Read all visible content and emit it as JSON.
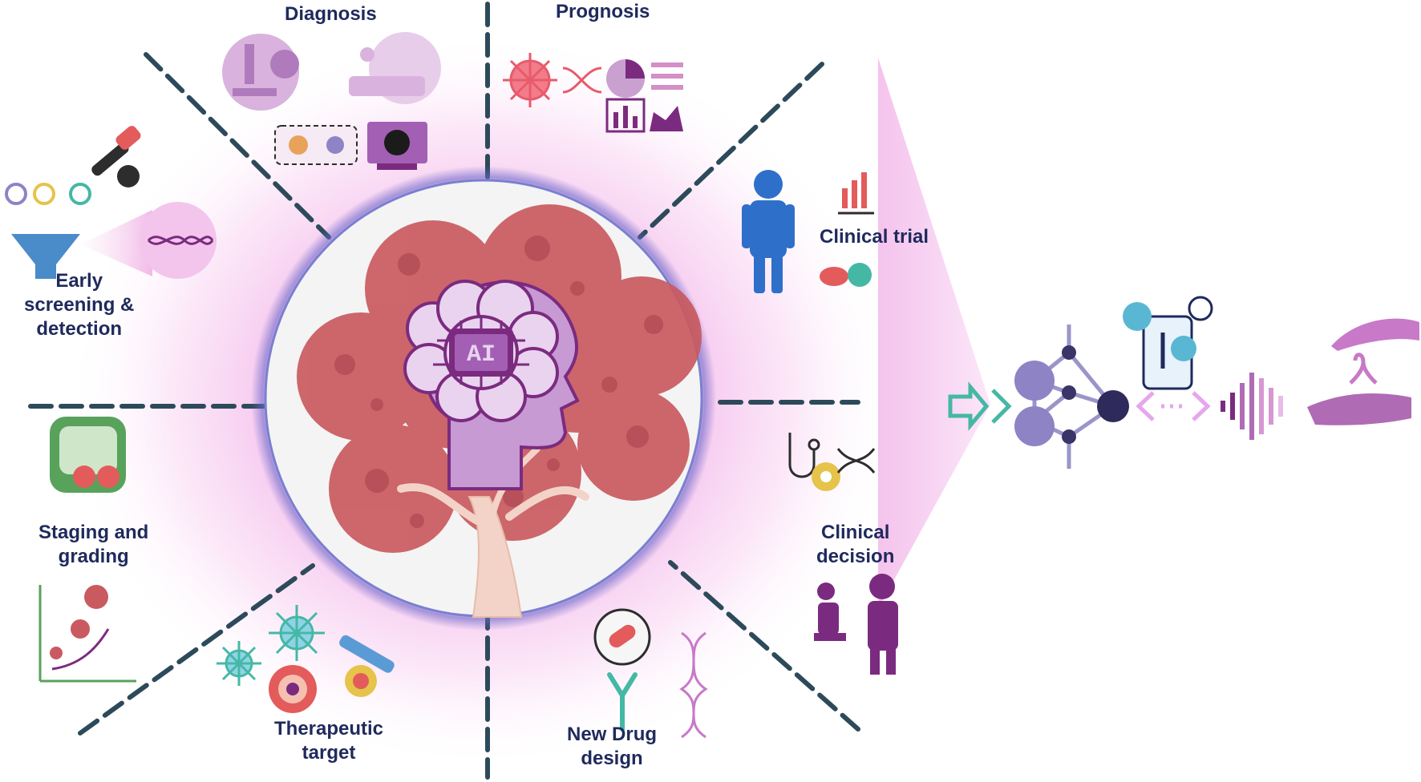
{
  "segments": {
    "diagnosis": "Diagnosis",
    "prognosis": "Prognosis",
    "clinical_trial": "Clinical trial",
    "early_screening": [
      "Early",
      "screening &",
      "detection"
    ],
    "staging": [
      "Staging and",
      "grading"
    ],
    "clinical_decision": [
      "Clinical",
      "decision"
    ],
    "therapeutic_target": [
      "Therapeutic",
      "target"
    ],
    "new_drug_design": [
      "New Drug",
      "design"
    ]
  },
  "center": {
    "badge": "AI"
  },
  "colors": {
    "label_text": "#1f2a5c",
    "glow": "#e9a4dc",
    "tumor": "#c95a5f",
    "brain": "#a35fb3",
    "funnel_blue": "#4a8bc9",
    "accent_purple": "#7b2b7f",
    "network_node": "#8e83c4",
    "arrow_teal": "#45b8a5"
  }
}
